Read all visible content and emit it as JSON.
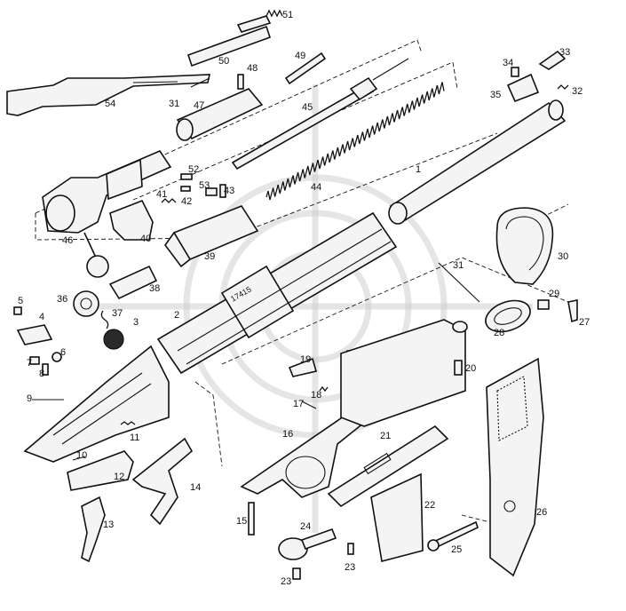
{
  "diagram": {
    "colors": {
      "ink": "#111111",
      "paper": "#ffffff",
      "watermark": "#cfcfcf"
    },
    "parts": [
      {
        "key": "p1",
        "label": "1"
      },
      {
        "key": "p2",
        "label": "2"
      },
      {
        "key": "p3",
        "label": "3"
      },
      {
        "key": "p4",
        "label": "4"
      },
      {
        "key": "p5",
        "label": "5"
      },
      {
        "key": "p6",
        "label": "6"
      },
      {
        "key": "p7",
        "label": "7"
      },
      {
        "key": "p8",
        "label": "8"
      },
      {
        "key": "p9",
        "label": "9"
      },
      {
        "key": "p10",
        "label": "10"
      },
      {
        "key": "p11",
        "label": "11"
      },
      {
        "key": "p12",
        "label": "12"
      },
      {
        "key": "p13",
        "label": "13"
      },
      {
        "key": "p14",
        "label": "14"
      },
      {
        "key": "p15",
        "label": "15"
      },
      {
        "key": "p16",
        "label": "16"
      },
      {
        "key": "p17",
        "label": "17"
      },
      {
        "key": "p18",
        "label": "18"
      },
      {
        "key": "p19",
        "label": "19"
      },
      {
        "key": "p20",
        "label": "20"
      },
      {
        "key": "p21",
        "label": "21"
      },
      {
        "key": "p22",
        "label": "22"
      },
      {
        "key": "p23a",
        "label": "23"
      },
      {
        "key": "p23b",
        "label": "23"
      },
      {
        "key": "p24",
        "label": "24"
      },
      {
        "key": "p25",
        "label": "25"
      },
      {
        "key": "p26",
        "label": "26"
      },
      {
        "key": "p27",
        "label": "27"
      },
      {
        "key": "p28",
        "label": "28"
      },
      {
        "key": "p29",
        "label": "29"
      },
      {
        "key": "p30",
        "label": "30"
      },
      {
        "key": "p31a",
        "label": "31"
      },
      {
        "key": "p31b",
        "label": "31"
      },
      {
        "key": "p32",
        "label": "32"
      },
      {
        "key": "p33",
        "label": "33"
      },
      {
        "key": "p34",
        "label": "34"
      },
      {
        "key": "p35",
        "label": "35"
      },
      {
        "key": "p36",
        "label": "36"
      },
      {
        "key": "p37",
        "label": "37"
      },
      {
        "key": "p38",
        "label": "38"
      },
      {
        "key": "p39",
        "label": "39"
      },
      {
        "key": "p40",
        "label": "40"
      },
      {
        "key": "p41",
        "label": "41"
      },
      {
        "key": "p42",
        "label": "42"
      },
      {
        "key": "p43",
        "label": "43"
      },
      {
        "key": "p44",
        "label": "44"
      },
      {
        "key": "p45",
        "label": "45"
      },
      {
        "key": "p46",
        "label": "46"
      },
      {
        "key": "p47",
        "label": "47"
      },
      {
        "key": "p48",
        "label": "48"
      },
      {
        "key": "p49",
        "label": "49"
      },
      {
        "key": "p50",
        "label": "50"
      },
      {
        "key": "p51",
        "label": "51"
      },
      {
        "key": "p52",
        "label": "52"
      },
      {
        "key": "p53",
        "label": "53"
      },
      {
        "key": "p54",
        "label": "54"
      }
    ],
    "receiver_marking": "17415"
  }
}
